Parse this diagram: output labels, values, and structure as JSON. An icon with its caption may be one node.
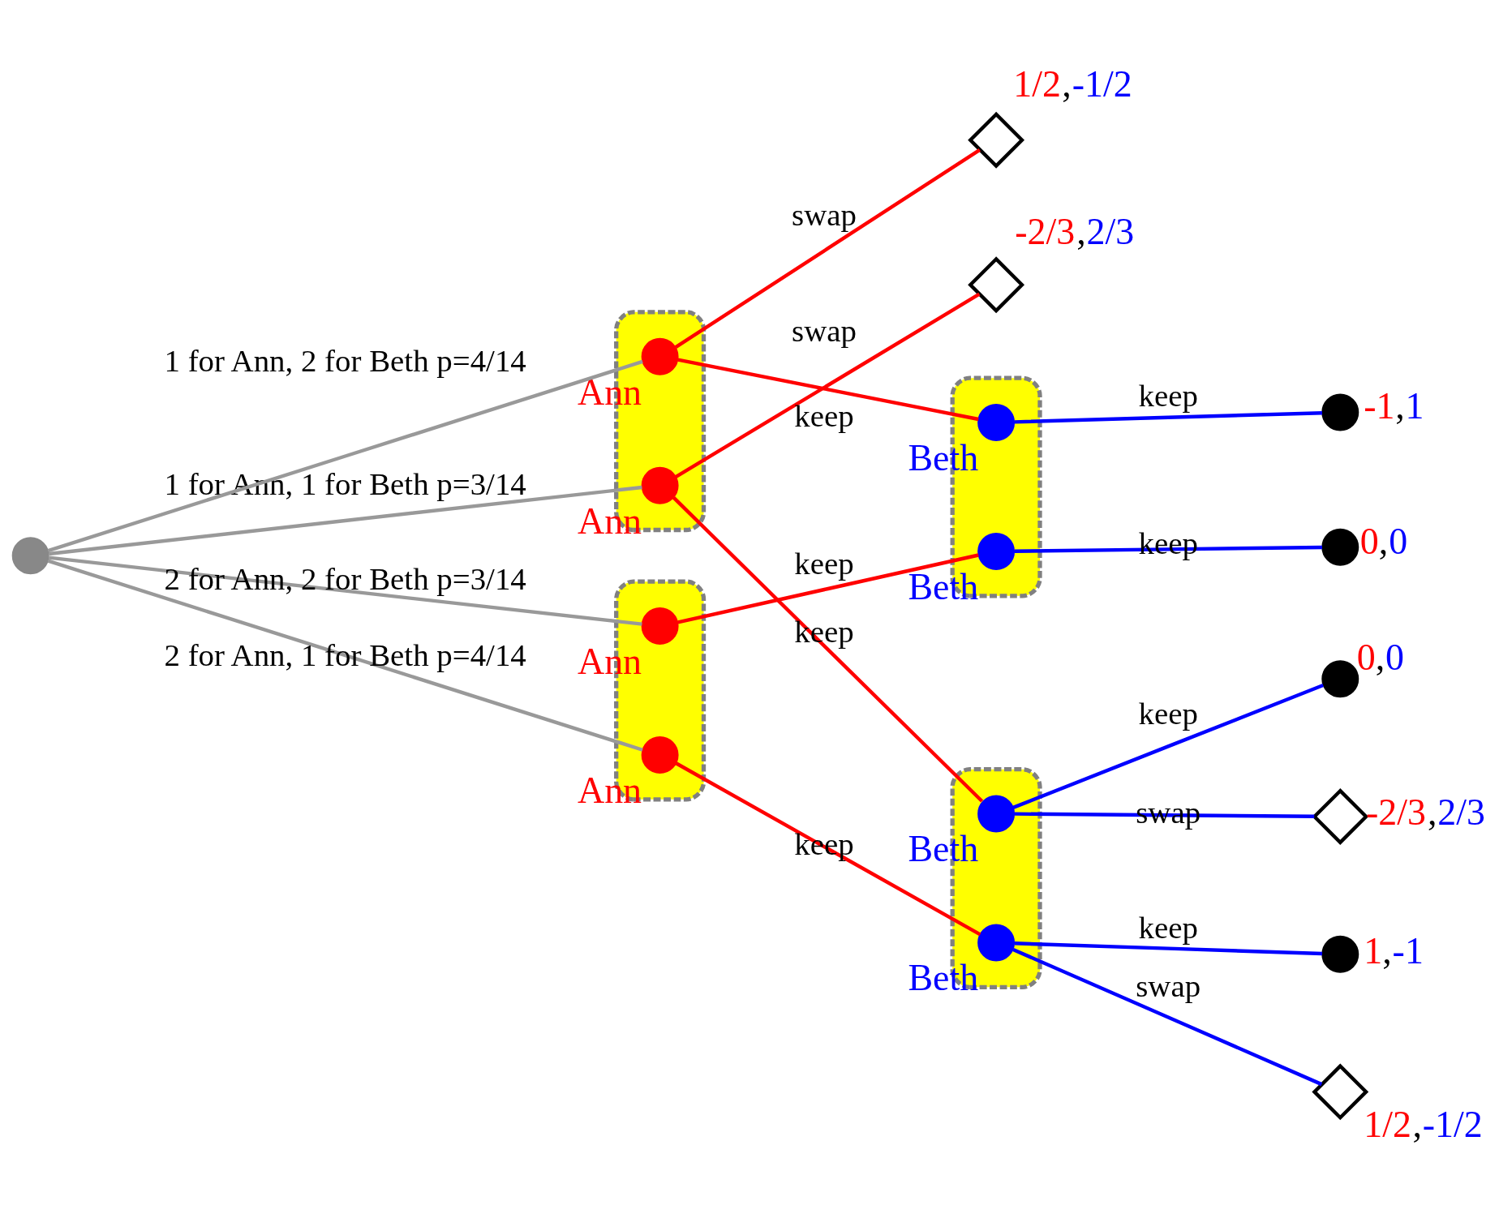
{
  "diagram": {
    "nodes": [
      {
        "text": [],
        "shape": "band"
      },
      {
        "text": [],
        "shape": "circle",
        "in": 0,
        "beside": [
          "Ann"
        ]
      },
      {
        "text": [],
        "shape": "circle",
        "in": 0,
        "beside": [
          "Ann"
        ]
      },
      {
        "text": [],
        "shape": "band"
      },
      {
        "text": [],
        "shape": "circle",
        "in": 3,
        "beside": [
          "Ann"
        ]
      },
      {
        "text": [],
        "shape": "circle",
        "in": 3,
        "beside": [
          "Ann"
        ]
      },
      {
        "text": [],
        "shape": "band"
      },
      {
        "text": [],
        "shape": "circle",
        "in": 6,
        "beside": [
          "Beth"
        ]
      },
      {
        "text": [],
        "shape": "circle",
        "in": 6,
        "beside": [
          "Beth"
        ]
      },
      {
        "text": [],
        "shape": "band"
      },
      {
        "text": [],
        "shape": "circle",
        "in": 9,
        "beside": [
          "Beth"
        ]
      },
      {
        "text": [],
        "shape": "circle",
        "in": 9,
        "beside": [
          "Beth"
        ]
      },
      {
        "text": [],
        "shape": "circle"
      },
      {
        "text": [],
        "shape": "circle",
        "beside": [
          "0,0"
        ]
      },
      {
        "text": [],
        "shape": "diamond",
        "beside": [
          "-2/3,2/3"
        ]
      },
      {
        "text": [],
        "shape": "diamond",
        "beside": [
          "-2/3,2/3"
        ]
      },
      {
        "text": [],
        "shape": "circle",
        "beside": [
          "-1,1"
        ]
      },
      {
        "text": [],
        "shape": "diamond",
        "beside": [
          "1/2,-1/2"
        ]
      },
      {
        "text": [],
        "shape": "circle",
        "beside": [
          "1,-1"
        ]
      },
      {
        "text": [],
        "shape": "diamond",
        "beside": [
          "1/2,-1/2"
        ]
      },
      {
        "text": [],
        "shape": "circle",
        "beside": [
          "0,0"
        ]
      }
    ],
    "edges": [
      {
        "from": 12,
        "to": 1,
        "arrow": "none",
        "label": "1 for Ann, 1 for Beth p=3/14",
        "color": "#999999"
      },
      {
        "from": 12,
        "to": 2,
        "arrow": "none",
        "label": "1 for Ann, 2 for Beth p=4/14",
        "color": "#999999"
      },
      {
        "from": 12,
        "to": 4,
        "arrow": "none",
        "label": "2 for Ann, 1 for Beth p=4/14",
        "color": "#999999"
      },
      {
        "from": 12,
        "to": 5,
        "arrow": "none",
        "label": "2 for Ann, 2 for Beth p=3/14",
        "color": "#999999"
      },
      {
        "from": 1,
        "to": 7,
        "arrow": "none",
        "label": "keep",
        "color": "#ff0000"
      },
      {
        "from": 1,
        "to": 15,
        "arrow": "none",
        "label": "swap",
        "color": "#ff0000"
      },
      {
        "from": 7,
        "to": 13,
        "arrow": "none",
        "label": "keep",
        "color": "#0000ff"
      },
      {
        "from": 7,
        "to": 14,
        "arrow": "none",
        "label": "swap",
        "color": "#0000ff"
      },
      {
        "from": 2,
        "to": 10,
        "arrow": "none",
        "label": "keep",
        "color": "#ff0000"
      },
      {
        "from": 2,
        "to": 17,
        "arrow": "none",
        "label": "swap",
        "color": "#ff0000"
      },
      {
        "from": 10,
        "to": 16,
        "arrow": "none",
        "label": "keep",
        "color": "#0000ff"
      },
      {
        "from": 4,
        "to": 8,
        "arrow": "none",
        "label": "keep",
        "color": "#ff0000"
      },
      {
        "from": 8,
        "to": 18,
        "arrow": "none",
        "label": "keep",
        "color": "#0000ff"
      },
      {
        "from": 8,
        "to": 19,
        "arrow": "none",
        "label": "swap",
        "color": "#0000ff"
      },
      {
        "from": 5,
        "to": 11,
        "arrow": "none",
        "label": "keep",
        "color": "#ff0000"
      },
      {
        "from": 11,
        "to": 20,
        "arrow": "none",
        "label": "keep",
        "color": "#0000ff"
      }
    ]
  }
}
